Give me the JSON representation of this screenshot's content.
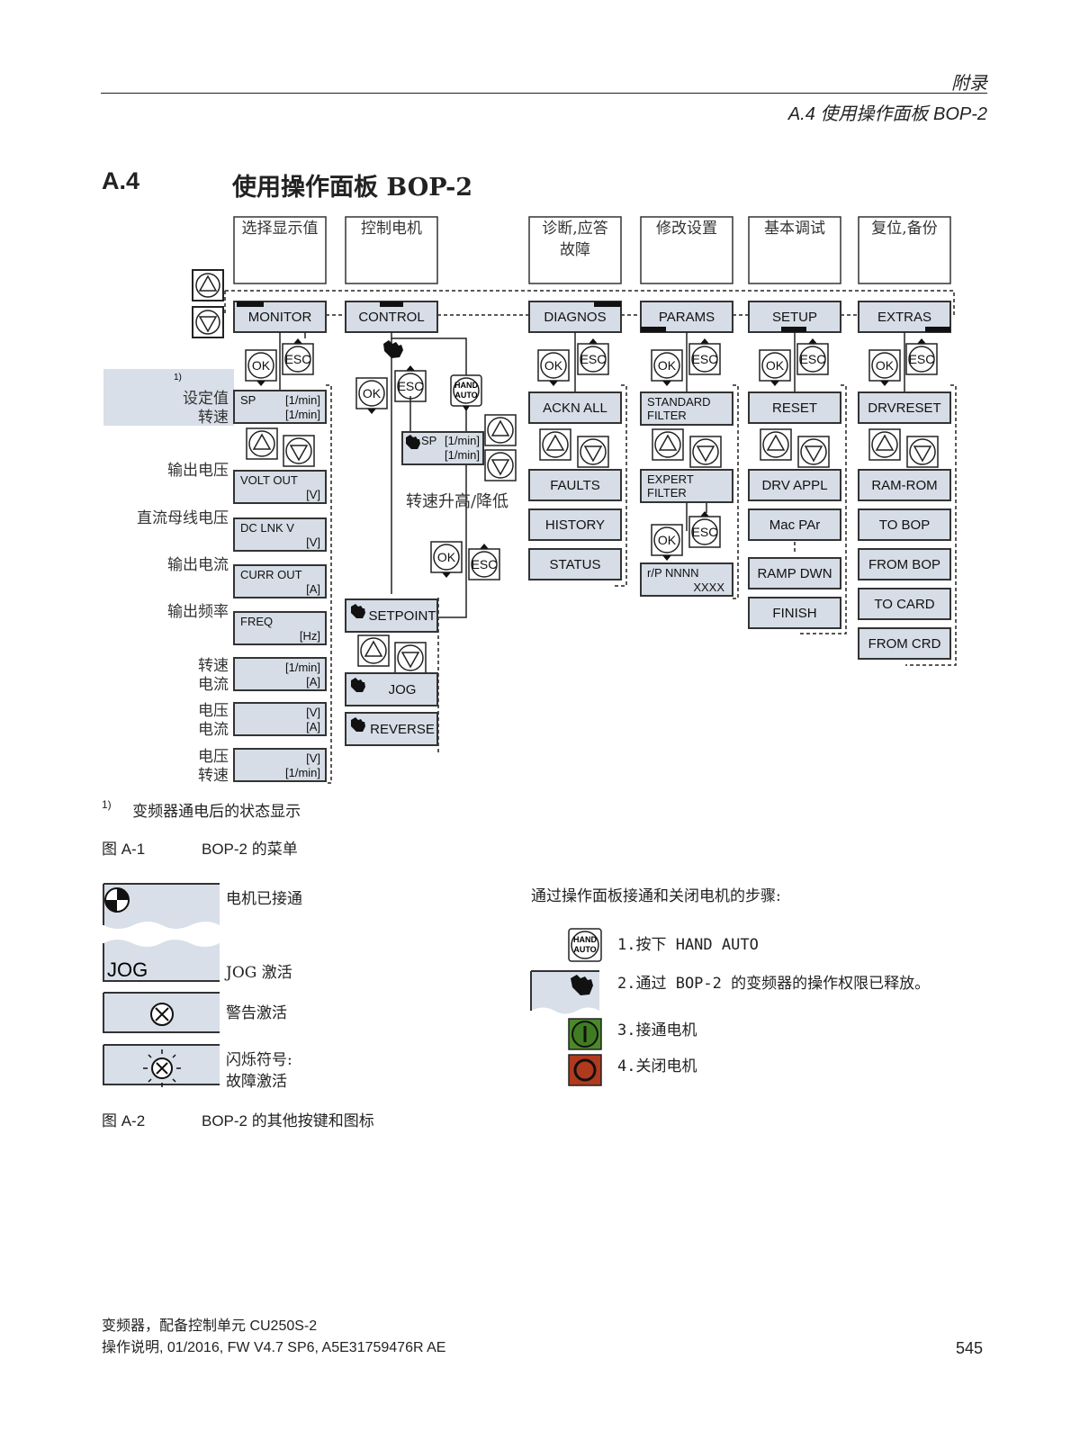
{
  "header": {
    "chapter": "附录",
    "section": "A.4 使用操作面板 BOP-2"
  },
  "section": {
    "number": "A.4",
    "title": "使用操作面板 BOP-2"
  },
  "menu_columns": [
    {
      "heading": "选择显示值",
      "key": "MONITOR"
    },
    {
      "heading": "控制电机",
      "key": "CONTROL"
    },
    {
      "heading": "诊断,应答故障",
      "key": "DIAGNOS"
    },
    {
      "heading": "修改设置",
      "key": "PARAMS"
    },
    {
      "heading": "基本调试",
      "key": "SETUP"
    },
    {
      "heading": "复位,备份",
      "key": "EXTRAS"
    }
  ],
  "keys": {
    "ok": "OK",
    "esc": "ESC",
    "hand": "HAND",
    "auto": "AUTO"
  },
  "monitor": {
    "footnote_ref": "1)",
    "items": [
      {
        "label1": "设定值",
        "label2": "转速",
        "line1": "SP",
        "unit1": "[1/min]",
        "line2": "",
        "unit2": "[1/min]"
      },
      {
        "label1": "输出电压",
        "label2": "",
        "line1": "VOLT OUT",
        "unit1": "",
        "line2": "",
        "unit2": "[V]"
      },
      {
        "label1": "直流母线电压",
        "label2": "",
        "line1": "DC LNK V",
        "unit1": "",
        "line2": "",
        "unit2": "[V]"
      },
      {
        "label1": "输出电流",
        "label2": "",
        "line1": "CURR OUT",
        "unit1": "",
        "line2": "",
        "unit2": "[A]"
      },
      {
        "label1": "输出频率",
        "label2": "",
        "line1": "FREQ",
        "unit1": "",
        "line2": "",
        "unit2": "[Hz]"
      },
      {
        "label1": "转速",
        "label2": "电流",
        "line1": "",
        "unit1": "[1/min]",
        "line2": "",
        "unit2": "[A]"
      },
      {
        "label1": "电压",
        "label2": "电流",
        "line1": "",
        "unit1": "[V]",
        "line2": "",
        "unit2": "[A]"
      },
      {
        "label1": "电压",
        "label2": "转速",
        "line1": "",
        "unit1": "[V]",
        "line2": "",
        "unit2": "[1/min]"
      }
    ]
  },
  "control": {
    "sp_box": {
      "line1": "SP",
      "unit1": "[1/min]",
      "unit2": "[1/min]"
    },
    "speed_note": "转速升高/降低",
    "items": [
      "SETPOINT",
      "JOG",
      "REVERSE"
    ]
  },
  "diagnos": {
    "items": [
      "ACKN ALL",
      "FAULTS",
      "HISTORY",
      "STATUS"
    ]
  },
  "params": {
    "items": [
      "STANDARD FILTER",
      "EXPERT FILTER",
      "r/P NNNN XXXX"
    ],
    "line2": [
      "FILTER",
      "FILTER",
      "XXXX"
    ],
    "line1": [
      "STANDARD",
      "EXPERT",
      "r/P NNNN"
    ]
  },
  "setup": {
    "items": [
      "RESET",
      "DRV APPL",
      "Mac PAr",
      "RAMP DWN",
      "FINISH"
    ]
  },
  "extras": {
    "items": [
      "DRVRESET",
      "RAM-ROM",
      "TO BOP",
      "FROM BOP",
      "TO CARD",
      "FROM CRD"
    ]
  },
  "footnote": {
    "mark": "1)",
    "text": "变频器通电后的状态显示"
  },
  "fig1": {
    "num": "图 A-1",
    "title": "BOP-2 的菜单"
  },
  "icons_legend": [
    {
      "text1": "电机已接通",
      "text2": ""
    },
    {
      "text1": "JOG 激活",
      "text2": "",
      "display": "JOG"
    },
    {
      "text1": "警告激活",
      "text2": ""
    },
    {
      "text1": "闪烁符号:",
      "text2": "故障激活"
    }
  ],
  "steps": {
    "intro": "通过操作面板接通和关闭电机的步骤:",
    "items": [
      "1.按下 HAND AUTO",
      "2.通过 BOP-2 的变频器的操作权限已释放。",
      "3.接通电机",
      "4.关闭电机"
    ],
    "colors": {
      "on": "#4a8a2a",
      "off": "#b03a1e"
    }
  },
  "fig2": {
    "num": "图 A-2",
    "title": "BOP-2 的其他按键和图标"
  },
  "footer": {
    "line1": "变频器，配备控制单元 CU250S-2",
    "line2": "操作说明, 01/2016, FW V4.7 SP6, A5E31759476R AE",
    "page": "545"
  },
  "colors": {
    "box_fill": "#d6dde6",
    "box_stroke": "#333333"
  }
}
